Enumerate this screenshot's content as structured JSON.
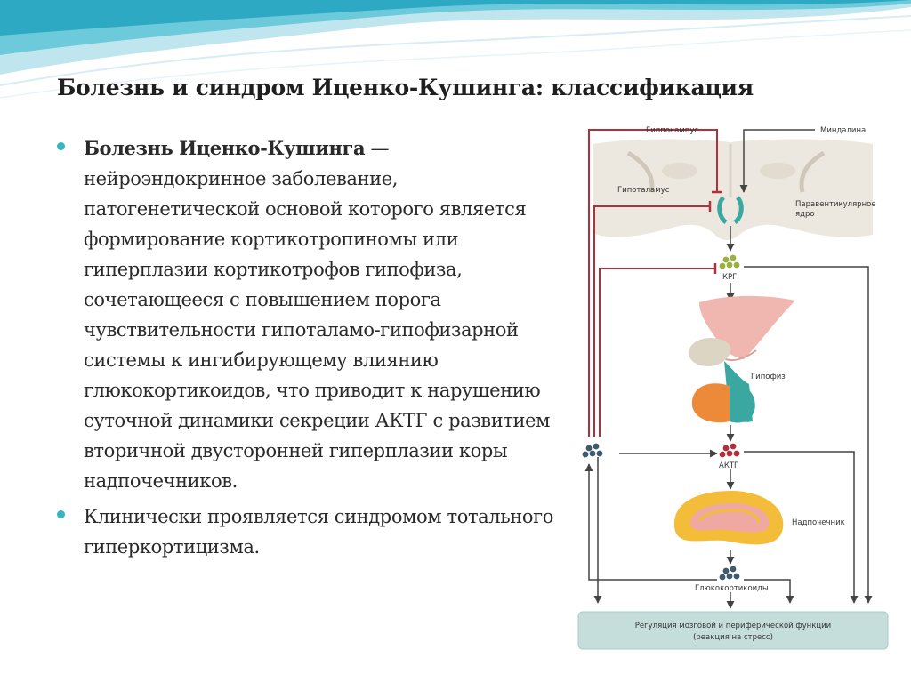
{
  "slide": {
    "title": "Болезнь и синдром Иценко-Кушинга: классификация",
    "bullets": [
      {
        "bold": "Болезнь Иценко-Кушинга",
        "text": " — нейроэндокринное заболевание, патогенетической основой которого является формирование кортикотропиномы или гиперплазии кортикотрофов гипофиза, сочетающееся с повышением порога чувствительности гипоталамо-гипофизарной системы к ингибирующему влиянию глюкокортикоидов, что приводит к нарушению суточной динамики секреции АКТГ с развитием вторичной двусторонней гиперплазии коры надпочечников."
      },
      {
        "bold": "",
        "text": "Клинически проявляется синдромом тотального гиперкортицизма."
      }
    ]
  },
  "diagram": {
    "labels": {
      "hippocampus": "Гиппокампус",
      "amygdala": "Миндалина",
      "hypothalamus": "Гипоталамус",
      "pvn_line1": "Паравентикулярное",
      "pvn_line2": "ядро",
      "crh": "КРГ",
      "pituitary": "Гипофиз",
      "acth": "АКТГ",
      "adrenal": "Надпочечник",
      "glucocorticoids": "Глюкокортикоиды",
      "regulation_line1": "Регуляция мозговой и периферической функции",
      "regulation_line2": "(реакция на стресс)"
    },
    "colors": {
      "inhibition": "#b0303c",
      "stimulation": "#444444",
      "accent": "#37b6c2",
      "box": "#c5dedc"
    }
  }
}
